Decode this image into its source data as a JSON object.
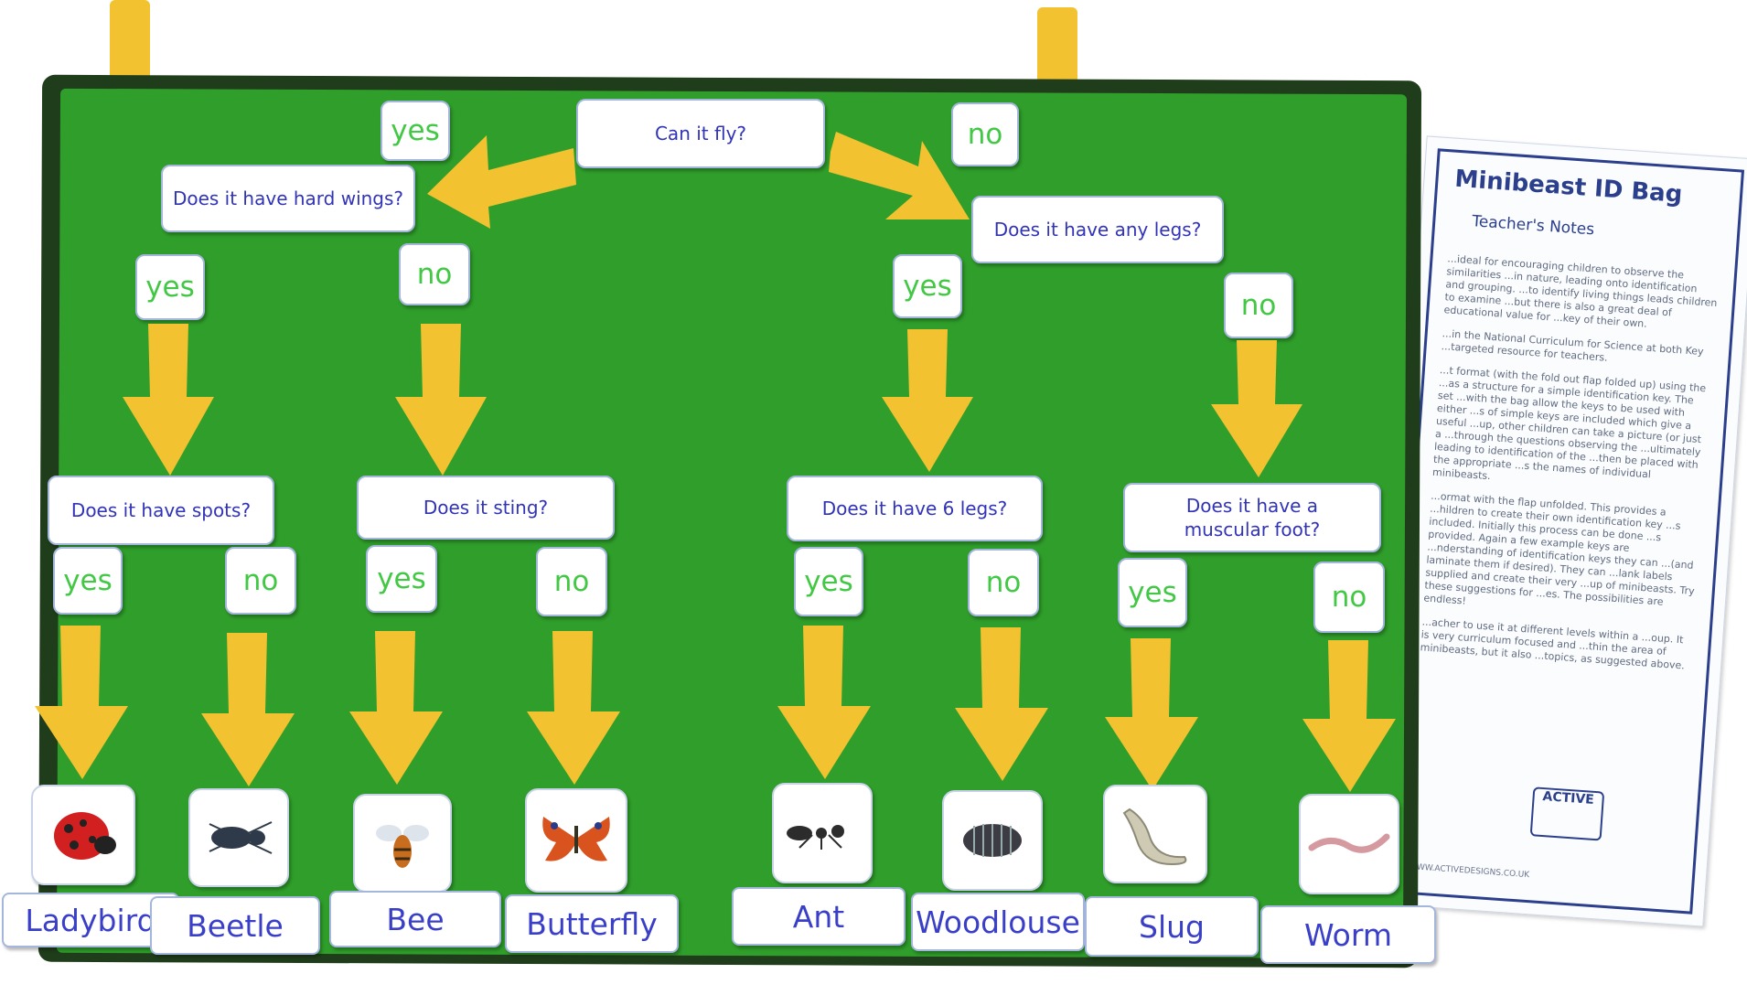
{
  "board": {
    "questions": {
      "can_it_fly": "Can it fly?",
      "hard_wings": "Does it have hard wings?",
      "any_legs": "Does it have any legs?",
      "spots": "Does it have spots?",
      "sting": "Does it sting?",
      "six_legs": "Does it have 6 legs?",
      "muscular_foot": "Does it have a\nmuscular foot?"
    },
    "answers": {
      "yes": "yes",
      "no": "no"
    },
    "minibeasts": [
      "Ladybird",
      "Beetle",
      "Bee",
      "Butterfly",
      "Ant",
      "Woodlouse",
      "Slug",
      "Worm"
    ],
    "colors": {
      "felt": "#2f9e2a",
      "arrow": "#f2c230",
      "question_text": "#3133b8",
      "answer_text": "#42c844"
    }
  },
  "notes": {
    "title": "Minibeast ID Bag",
    "subtitle": "Teacher's Notes",
    "paragraphs": [
      "...ideal for encouraging children to observe the similarities ...in nature, leading onto identification and grouping. ...to identify living things leads children to examine ...but there is also a great deal of educational value for ...key of their own.",
      "...in the National Curriculum for Science at both Key ...targeted resource for teachers.",
      "...t format (with the fold out flap folded up) using the ...as a structure for a simple identification key. The set ...with the bag allow the keys to be used with either ...s of simple keys are included which give a useful ...up, other children can take a picture (or just a ...through the questions observing the ...ultimately leading to identification of the ...then be placed with the appropriate ...s the names of individual minibeasts.",
      "...ormat with the flap unfolded. This provides a ...hildren to create their own identification key ...s included. Initially this process can be done ...s provided. Again a few example keys are ...nderstanding of identification keys they can ...(and laminate them if desired). They can ...lank labels supplied and create their very ...up of minibeasts. Try these suggestions for ...es. The possibilities are endless!",
      "...acher to use it at different levels within a ...oup. It is very curriculum focused and ...thin the area of minibeasts, but it also ...topics, as suggested above."
    ],
    "logo_text": "ACTIVE",
    "footer": "WWW.ACTIVEDESIGNS.CO.UK"
  }
}
